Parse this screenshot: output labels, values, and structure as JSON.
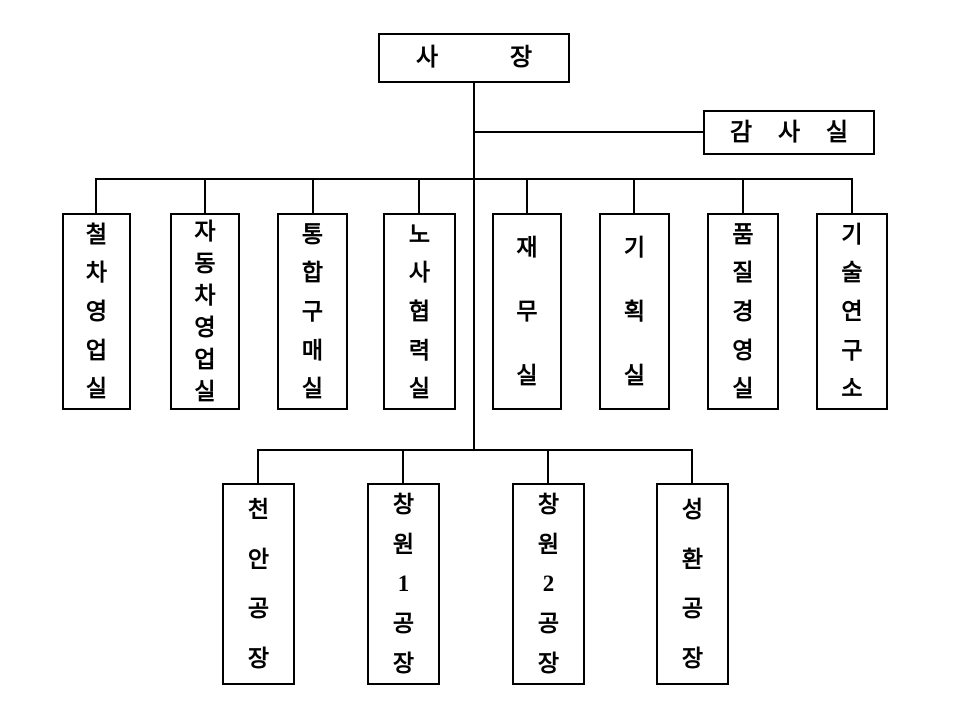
{
  "diagram": {
    "type": "org-chart",
    "president": {
      "label": "사 장"
    },
    "audit_office": {
      "label": "감 사 실"
    },
    "departments": [
      {
        "label": "철차영업실"
      },
      {
        "label": "자동차영업실"
      },
      {
        "label": "통합구매실"
      },
      {
        "label": "노사협력실"
      },
      {
        "label": "재무실"
      },
      {
        "label": "기획실"
      },
      {
        "label": "품질경영실"
      },
      {
        "label": "기술연구소"
      }
    ],
    "plants": [
      {
        "label": "천안공장"
      },
      {
        "label": "창원1공장"
      },
      {
        "label": "창원2공장"
      },
      {
        "label": "성환공장"
      }
    ]
  },
  "colors": {
    "background": "#ffffff",
    "line": "#000000",
    "text": "#000000"
  }
}
